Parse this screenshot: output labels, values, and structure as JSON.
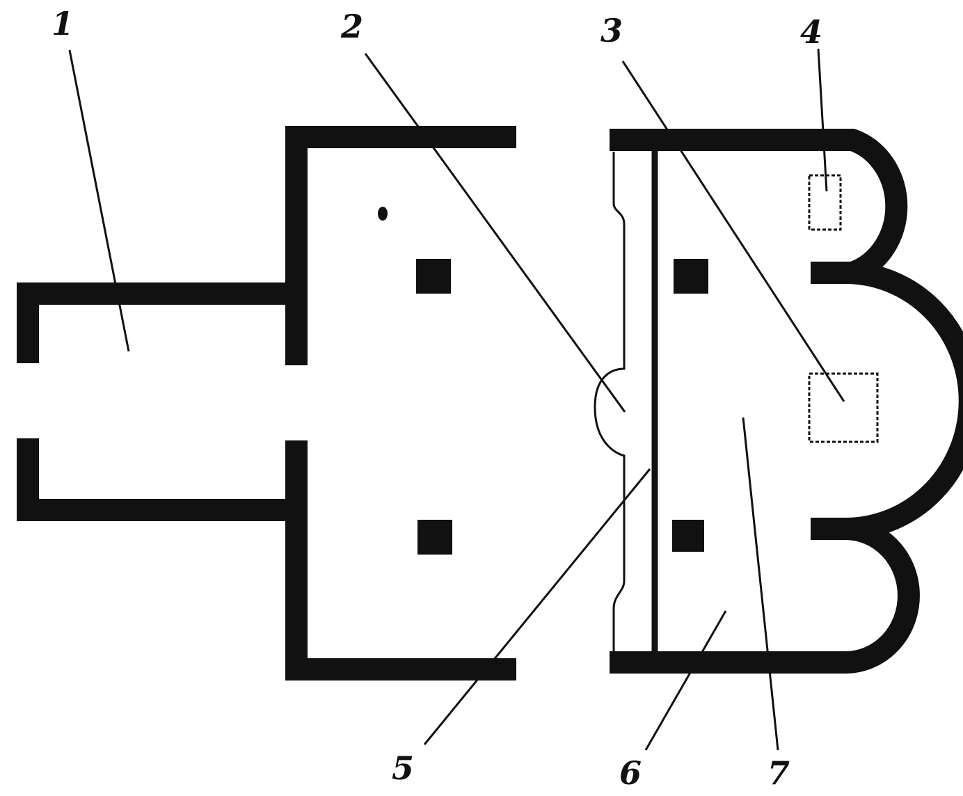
{
  "diagram": {
    "labels": {
      "label_1": "1",
      "label_2": "2",
      "label_3": "3",
      "label_4": "4",
      "label_5": "5",
      "label_6": "6",
      "label_7": "7"
    },
    "colors": {
      "ink": "#111111",
      "paper": "#ffffff"
    }
  }
}
